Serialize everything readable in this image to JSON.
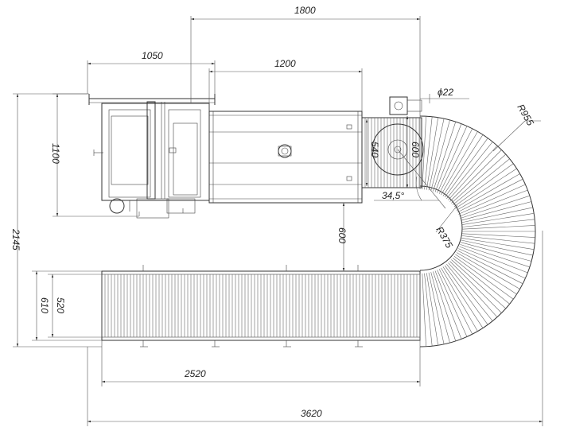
{
  "dimensions": {
    "overall_length": "3620",
    "straight_conveyor_length": "2520",
    "machine_top_width": "1800",
    "feeder_width": "1050",
    "transfer_table_length": "1200",
    "overall_height": "2145",
    "feeder_height": "1100",
    "gap_between_conveyors": "600",
    "belt_outer_width": "610",
    "belt_inner_width": "520",
    "pulley_width": "540",
    "pulley_height": "600",
    "shaft_diameter": "ϕ22",
    "outer_radius": "R955",
    "inner_radius": "R375",
    "angle": "34,5°"
  }
}
